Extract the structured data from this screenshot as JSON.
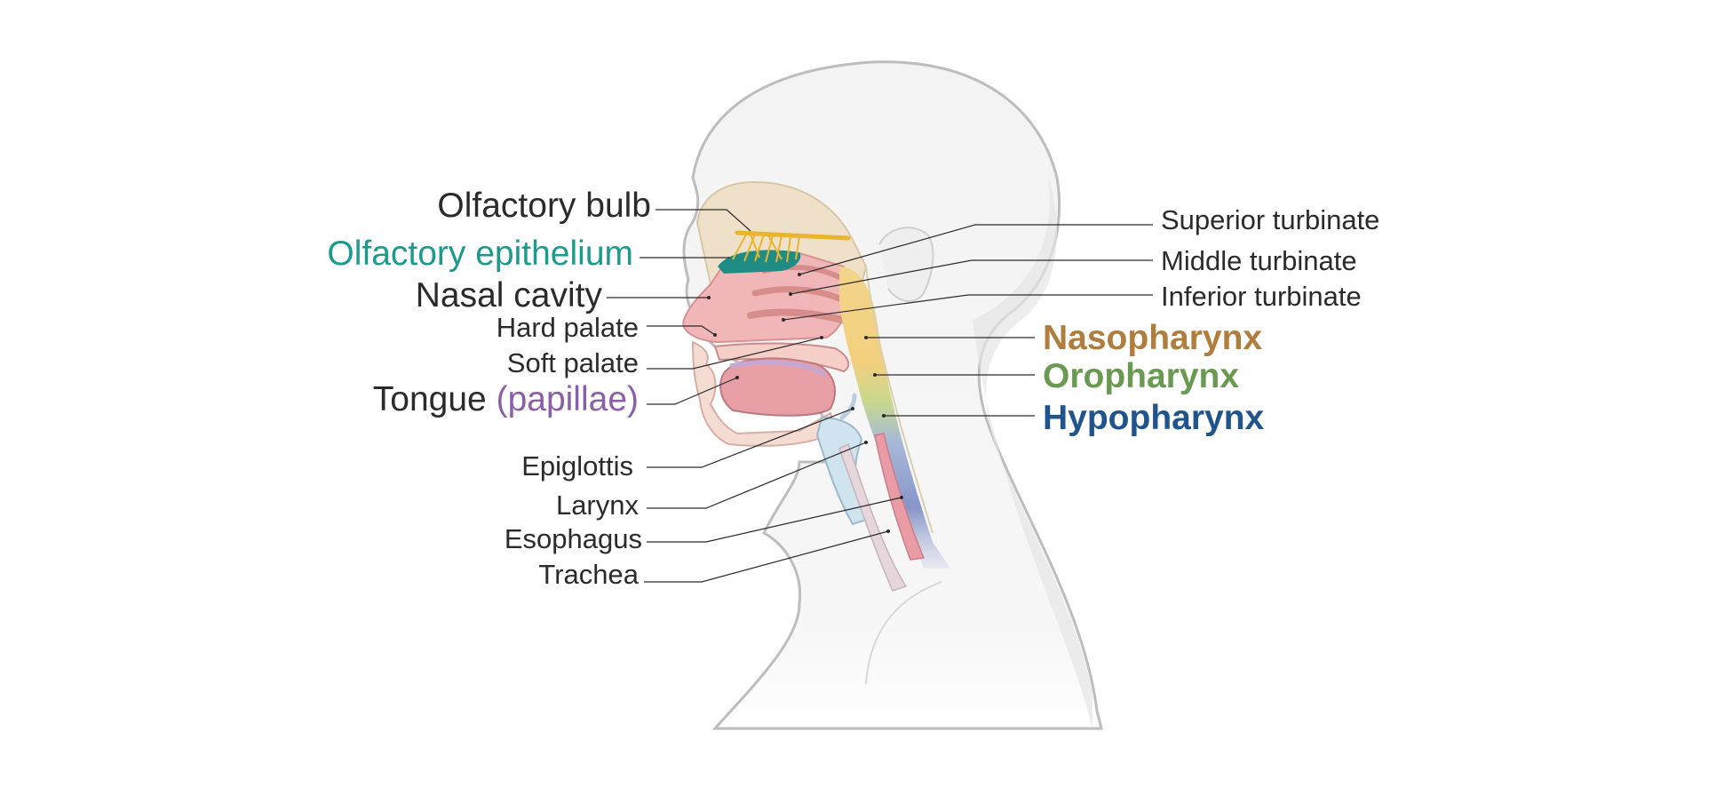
{
  "labels_left": {
    "olfactory_bulb": "Olfactory bulb",
    "olfactory_epithelium": "Olfactory epithelium",
    "nasal_cavity": "Nasal cavity",
    "hard_palate": "Hard palate",
    "soft_palate": "Soft palate",
    "tongue": "Tongue",
    "papillae": "(papillae)",
    "epiglottis": "Epiglottis",
    "larynx": "Larynx",
    "esophagus": "Esophagus",
    "trachea": "Trachea"
  },
  "labels_right": {
    "superior_turbinate": "Superior turbinate",
    "middle_turbinate": "Middle turbinate",
    "inferior_turbinate": "Inferior turbinate",
    "nasopharynx": "Nasopharynx",
    "oropharynx": "Oropharynx",
    "hypopharynx": "Hypopharynx"
  },
  "colors": {
    "text": "#2b2b2b",
    "olfactory_epithelium": "#1b9a8e",
    "papillae": "#8a5ea8",
    "nasopharynx": "#b07d3c",
    "oropharynx": "#6a9a52",
    "hypopharynx": "#1f548c",
    "nerve": "#e8b52c",
    "tissue_pink": "#eeb4b4",
    "head_outline": "#b8b8b8"
  }
}
